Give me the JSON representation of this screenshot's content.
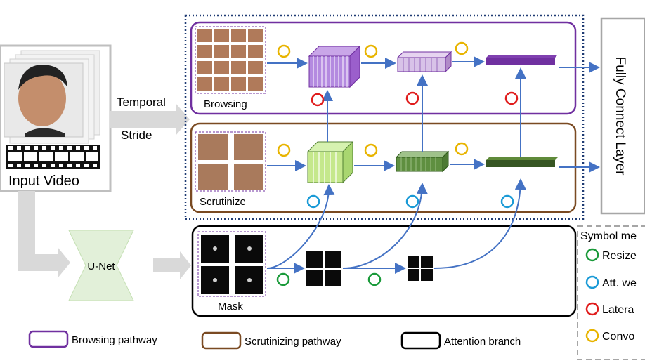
{
  "input": {
    "label": "Input Video"
  },
  "stride": {
    "line1": "Temporal",
    "line2": "Stride"
  },
  "unet": {
    "label": "U-Net"
  },
  "browsing": {
    "label": "Browsing"
  },
  "scrutinize": {
    "label": "Scrutinize"
  },
  "mask": {
    "label": "Mask"
  },
  "fc": {
    "label": "Fully Connect Layer"
  },
  "symbols": {
    "title": "Symbol me",
    "items": [
      {
        "label": "Resize",
        "color": "#1a9a3a"
      },
      {
        "label": "Att. we",
        "color": "#1a9ad6"
      },
      {
        "label": "Latera",
        "color": "#e01c1c"
      },
      {
        "label": "Convo",
        "color": "#e8b400"
      }
    ]
  },
  "legend": [
    {
      "label": "Browsing pathway",
      "color": "#7030a0"
    },
    {
      "label": "Scrutinizing pathway",
      "color": "#7a4a22"
    },
    {
      "label": "Attention branch",
      "color": "#000000"
    }
  ],
  "colors": {
    "browsing": "#7030a0",
    "scrutinizing": "#7a4a22",
    "attention": "#000000",
    "arrow": "#4472c4",
    "dotted": "#1f3b73",
    "unet": "#e2f0d9",
    "resize": "#1a9a3a",
    "att": "#1a9ad6",
    "lateral": "#e01c1c",
    "conv": "#e8b400"
  }
}
